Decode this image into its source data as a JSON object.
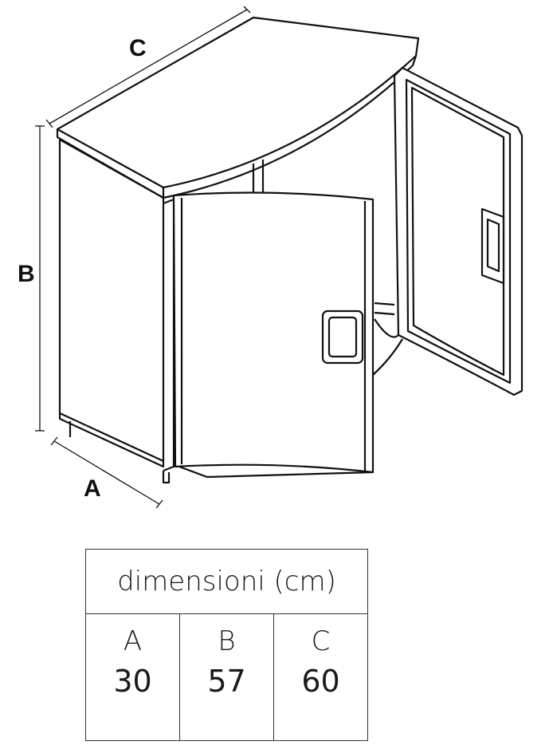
{
  "labels": {
    "a": "A",
    "b": "B",
    "c": "C"
  },
  "table": {
    "title": "dimensioni (cm)",
    "columns": [
      {
        "letter": "A",
        "value": "30"
      },
      {
        "letter": "B",
        "value": "57"
      },
      {
        "letter": "C",
        "value": "60"
      }
    ]
  }
}
